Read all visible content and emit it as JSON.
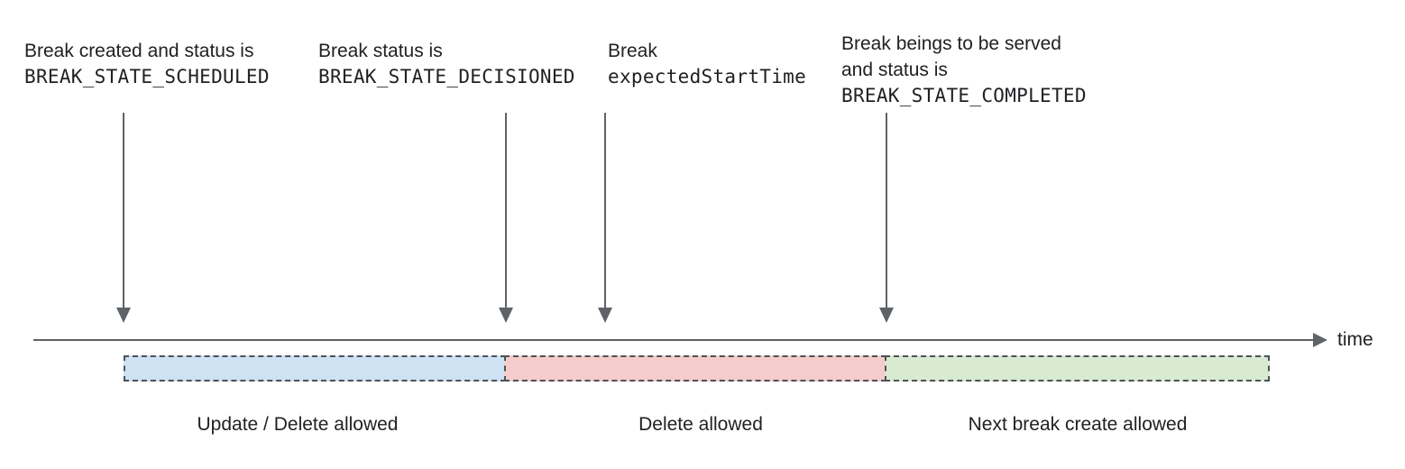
{
  "annotations": [
    {
      "line1": "Break created and status is",
      "line2": "BREAK_STATE_SCHEDULED"
    },
    {
      "line1": "Break status is",
      "line2": "BREAK_STATE_DECISIONED"
    },
    {
      "line1": "Break",
      "line2": "expectedStartTime"
    },
    {
      "line1": "Break beings to be served",
      "line2": "and status is",
      "line3": "BREAK_STATE_COMPLETED"
    }
  ],
  "timeline": {
    "axis_label": "time"
  },
  "segments": [
    {
      "label": "Update / Delete allowed",
      "color": "#cfe2f3"
    },
    {
      "label": "Delete allowed",
      "color": "#f4cccc"
    },
    {
      "label": "Next break create allowed",
      "color": "#d9ead3"
    }
  ],
  "colors": {
    "arrow": "#5f6368",
    "dashed_border": "#4d5156",
    "text": "#202124"
  }
}
